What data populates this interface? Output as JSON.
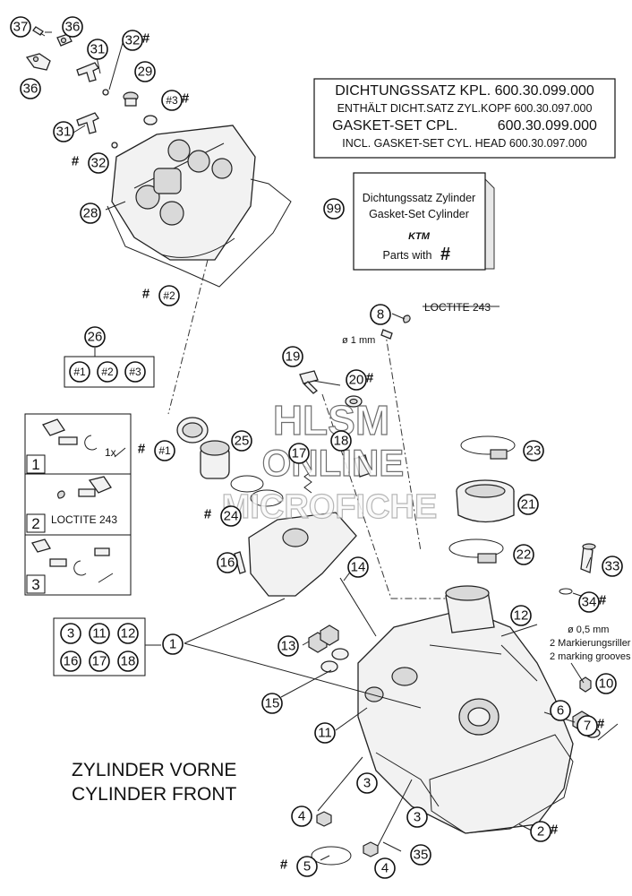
{
  "kit_box": {
    "line1": "DICHTUNGSSATZ KPL. 600.30.099.000",
    "line2": "ENTHÄLT DICHT.SATZ ZYL.KOPF 600.30.097.000",
    "line3": "GASKET-SET CPL.          600.30.099.000",
    "line4": "INCL. GASKET-SET CYL. HEAD 600.30.097.000"
  },
  "gasket_box": {
    "callout": "99",
    "line1": "Dichtungssatz Zylinder",
    "line2": "Gasket-Set Cylinder",
    "logo": "KTM",
    "parts_with": "Parts with",
    "hash": "#"
  },
  "loctite_label_top": "LOCTITE 243",
  "diameter_1mm": "ø 1 mm",
  "diameter_05mm": "ø 0,5 mm",
  "marking_de": "2 Markierungsriller",
  "marking_en": "2 marking grooves",
  "steps": [
    {
      "num": "1",
      "note": "1x"
    },
    {
      "num": "2",
      "note": "LOCTITE 243"
    },
    {
      "num": "3",
      "note": ""
    }
  ],
  "group_26": {
    "label": "26",
    "items": [
      "#1",
      "#2",
      "#3"
    ]
  },
  "group_1": {
    "label": "1",
    "items": [
      "3",
      "11",
      "12",
      "16",
      "17",
      "18"
    ]
  },
  "title_de": "ZYLINDER VORNE",
  "title_en": "CYLINDER FRONT",
  "watermark": {
    "line1": "HLSM",
    "line2": "ONLINE",
    "line3": "MICROFICHE"
  },
  "callouts": [
    {
      "id": "37",
      "hash": false
    },
    {
      "id": "36",
      "hash": false
    },
    {
      "id": "36",
      "hash": false
    },
    {
      "id": "31",
      "hash": false
    },
    {
      "id": "32",
      "hash": true
    },
    {
      "id": "29",
      "hash": false
    },
    {
      "id": "#3",
      "hash": true
    },
    {
      "id": "31",
      "hash": false
    },
    {
      "id": "32",
      "hash": true
    },
    {
      "id": "28",
      "hash": false
    },
    {
      "id": "#2",
      "hash": true
    },
    {
      "id": "8",
      "hash": false
    },
    {
      "id": "19",
      "hash": false
    },
    {
      "id": "20",
      "hash": true
    },
    {
      "id": "#1",
      "hash": true
    },
    {
      "id": "25",
      "hash": false
    },
    {
      "id": "17",
      "hash": false
    },
    {
      "id": "18",
      "hash": false
    },
    {
      "id": "23",
      "hash": false
    },
    {
      "id": "21",
      "hash": false
    },
    {
      "id": "24",
      "hash": true
    },
    {
      "id": "22",
      "hash": false
    },
    {
      "id": "16",
      "hash": false
    },
    {
      "id": "14",
      "hash": false
    },
    {
      "id": "33",
      "hash": false
    },
    {
      "id": "34",
      "hash": true
    },
    {
      "id": "12",
      "hash": false
    },
    {
      "id": "13",
      "hash": false
    },
    {
      "id": "10",
      "hash": false
    },
    {
      "id": "15",
      "hash": false
    },
    {
      "id": "6",
      "hash": false
    },
    {
      "id": "7",
      "hash": true
    },
    {
      "id": "11",
      "hash": false
    },
    {
      "id": "3",
      "hash": false
    },
    {
      "id": "4",
      "hash": false
    },
    {
      "id": "3",
      "hash": false
    },
    {
      "id": "2",
      "hash": true
    },
    {
      "id": "35",
      "hash": false
    },
    {
      "id": "5",
      "hash": true
    },
    {
      "id": "4",
      "hash": false
    }
  ]
}
